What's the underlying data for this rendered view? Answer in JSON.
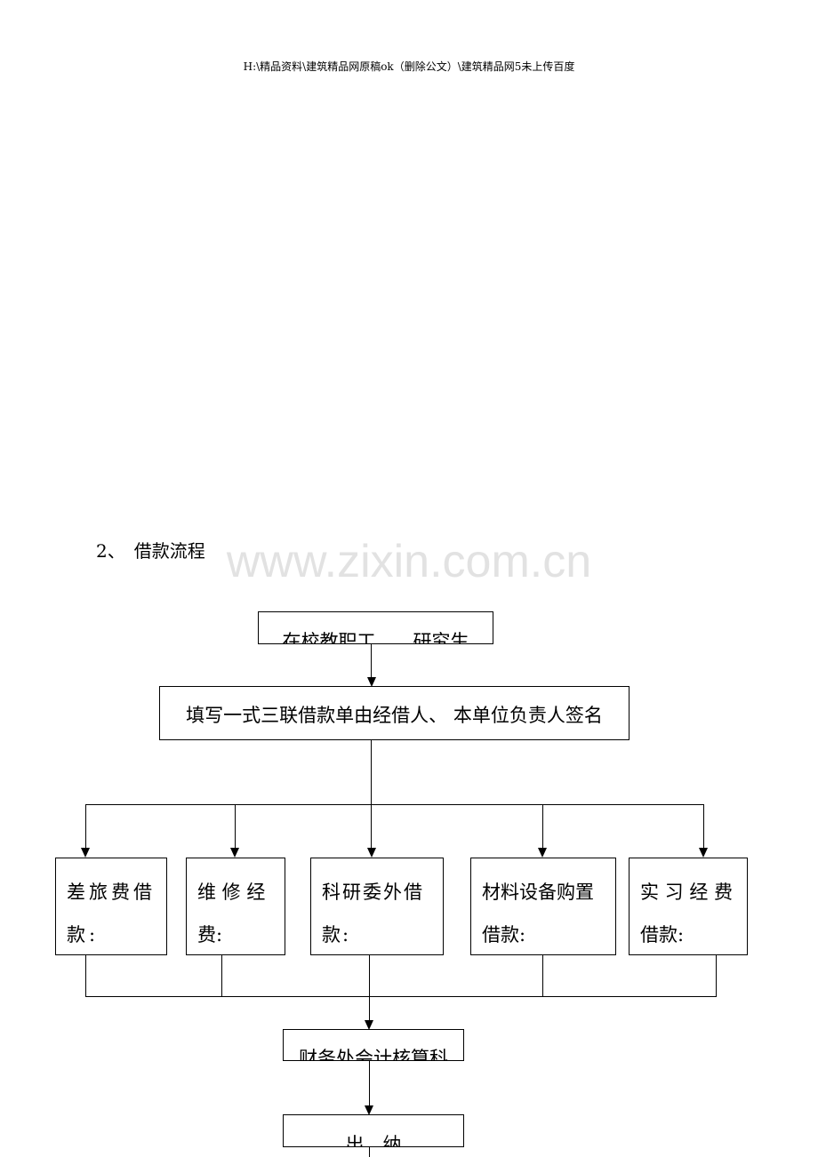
{
  "header": "H:\\精品资料\\建筑精品网原稿ok（删除公文）\\建筑精品网5未上传百度",
  "section_heading": "2、　借款流程",
  "watermark": "www.zixin.com.cn",
  "flow": {
    "start": "在校教职工　　研究生",
    "fill_form": "填写一式三联借款单由经借人、 本单位负责人签名",
    "types": [
      {
        "line1": "差旅费借",
        "line2": "款:"
      },
      {
        "line1": "维 修 经",
        "line2": "费:"
      },
      {
        "line1": "科研委外借",
        "line2": "款:"
      },
      {
        "line1": "材料设备购置",
        "line2": "借款:"
      },
      {
        "line1": "实 习 经 费",
        "line2": "借款:"
      }
    ],
    "accounting": "财务处会计核算科",
    "cashier": "出　纳"
  }
}
